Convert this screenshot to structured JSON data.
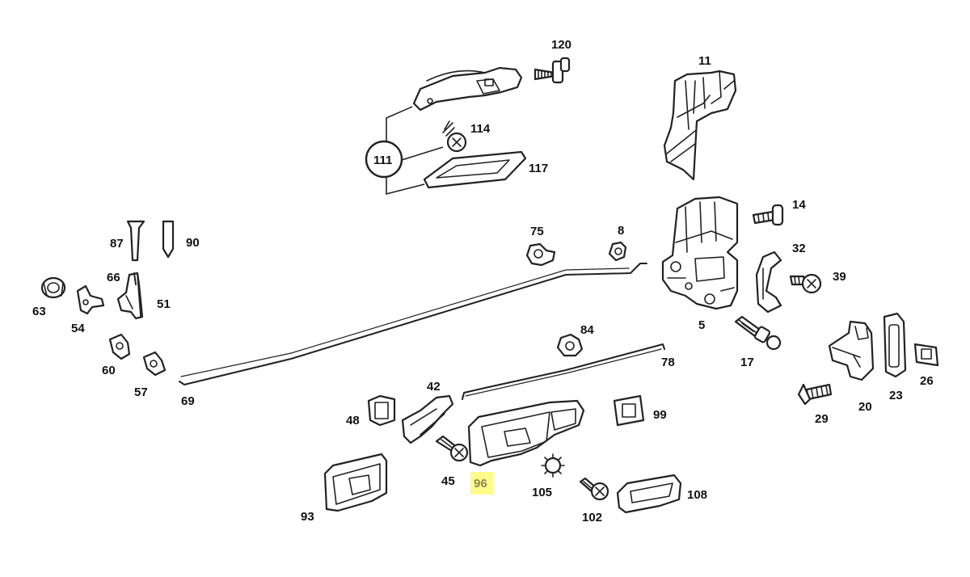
{
  "labels": {
    "p120": "120",
    "p11": "11",
    "p114": "114",
    "p111": "111",
    "p117": "117",
    "p14": "14",
    "p75": "75",
    "p8": "8",
    "p87": "87",
    "p90": "90",
    "p32": "32",
    "p39": "39",
    "p66": "66",
    "p51": "51",
    "p63": "63",
    "p54": "54",
    "p5": "5",
    "p84": "84",
    "p17": "17",
    "p60": "60",
    "p78": "78",
    "p57": "57",
    "p26": "26",
    "p23": "23",
    "p20": "20",
    "p69": "69",
    "p42": "42",
    "p48": "48",
    "p99": "99",
    "p29": "29",
    "p45": "45",
    "p96": "96",
    "p105": "105",
    "p108": "108",
    "p93": "93",
    "p102": "102"
  },
  "highlight": {
    "part": "96",
    "color": "#fffb8a"
  }
}
